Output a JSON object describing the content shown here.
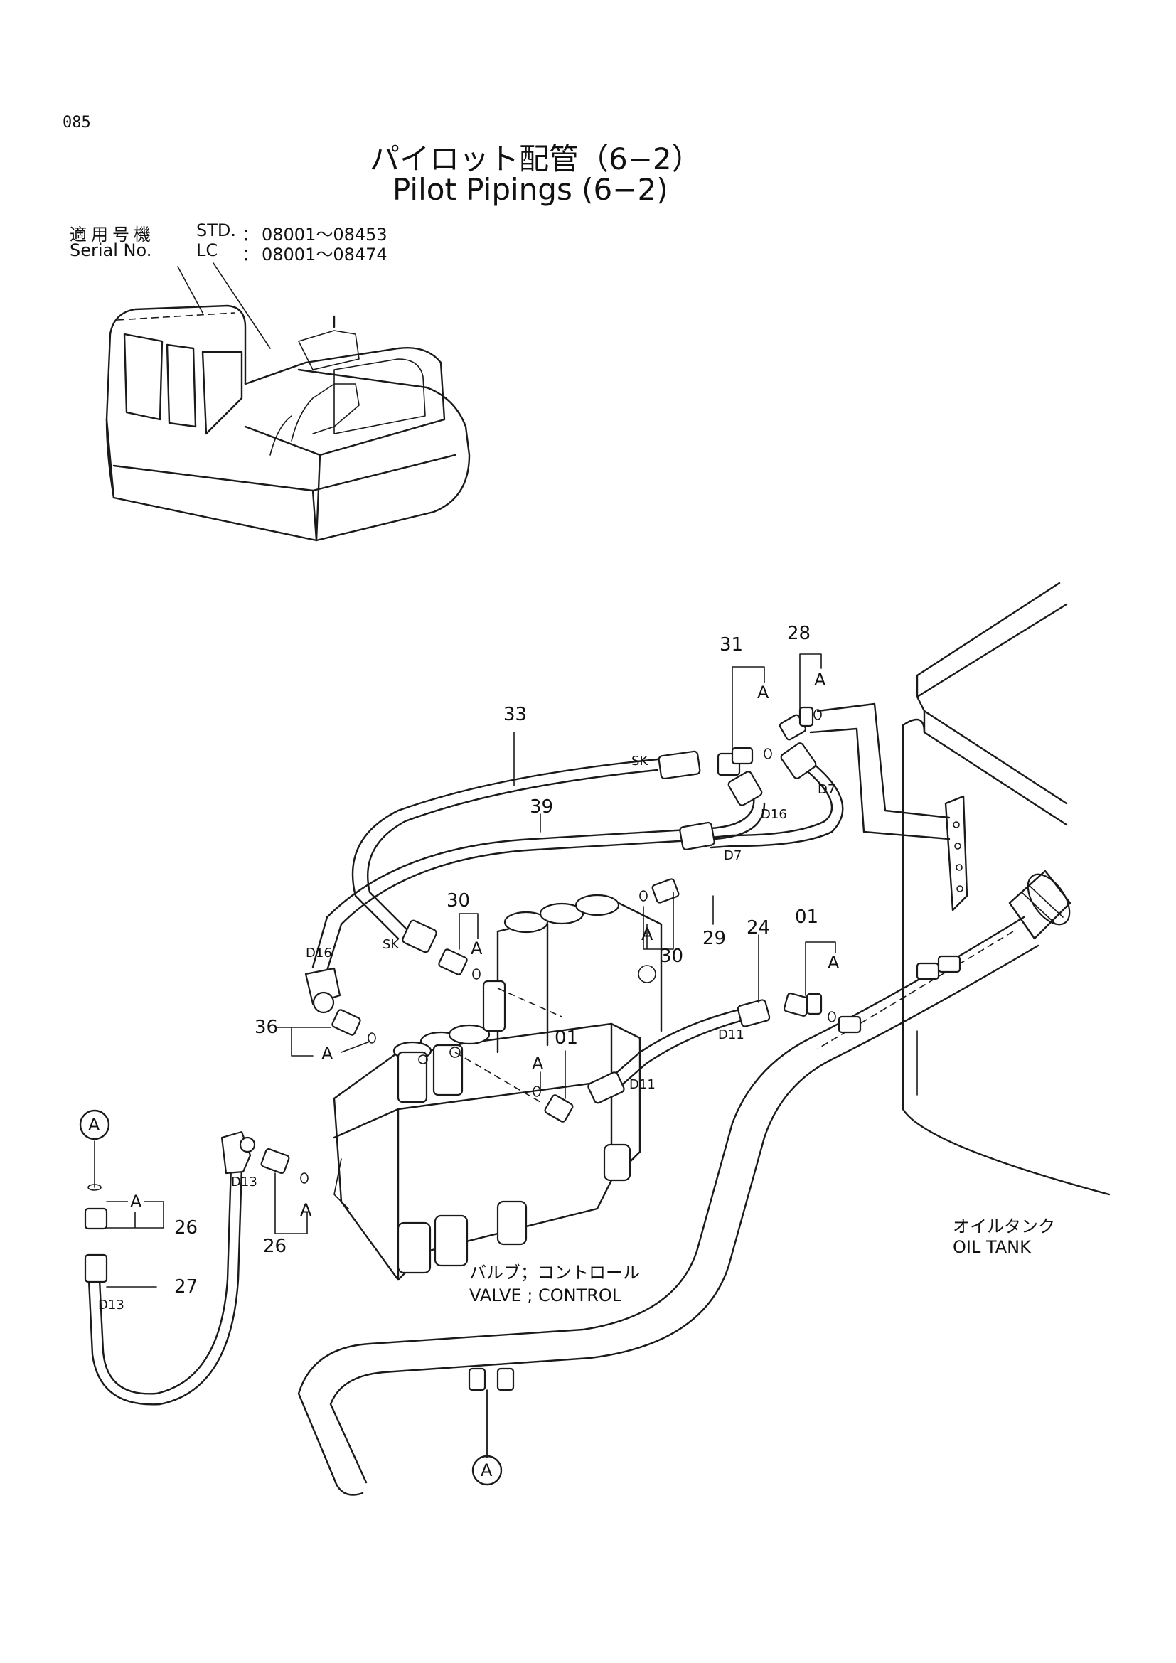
{
  "page_number": "085",
  "title_jp": "パイロット配管（6−2）",
  "title_en": "Pilot Pipings (6−2)",
  "serial": {
    "label_jp": "適用号機",
    "label_en": "Serial No.",
    "rows": [
      {
        "model": "STD.",
        "sep": "：",
        "range": "08001～08453"
      },
      {
        "model": "LC",
        "sep": "：",
        "range": "08001～08474"
      }
    ]
  },
  "callouts": {
    "c33": "33",
    "c39": "39",
    "c31": "31",
    "c28": "28",
    "c30a": "30",
    "c30b": "30",
    "c29": "29",
    "c24": "24",
    "c01a": "01",
    "c01b": "01",
    "c36": "36",
    "c26a": "26",
    "c26b": "26",
    "c27": "27"
  },
  "port_labels": {
    "sk1": "SK",
    "sk2": "SK",
    "d16a": "D16",
    "d16b": "D16",
    "d7a": "D7",
    "d7b": "D7",
    "d11a": "D11",
    "d11b": "D11",
    "d13a": "D13",
    "d13b": "D13"
  },
  "a_markers": {
    "a1": "A",
    "a2": "A",
    "a3": "A",
    "a4": "A",
    "a5": "A",
    "a6": "A",
    "a7": "A",
    "a8": "A",
    "a9": "A",
    "a10": "A"
  },
  "circle_refs": {
    "top": "A",
    "bottom": "A"
  },
  "components": {
    "valve_jp": "バルブ；コントロール",
    "valve_en": "VALVE ; CONTROL",
    "tank_jp": "オイルタンク",
    "tank_en": "OIL TANK"
  }
}
